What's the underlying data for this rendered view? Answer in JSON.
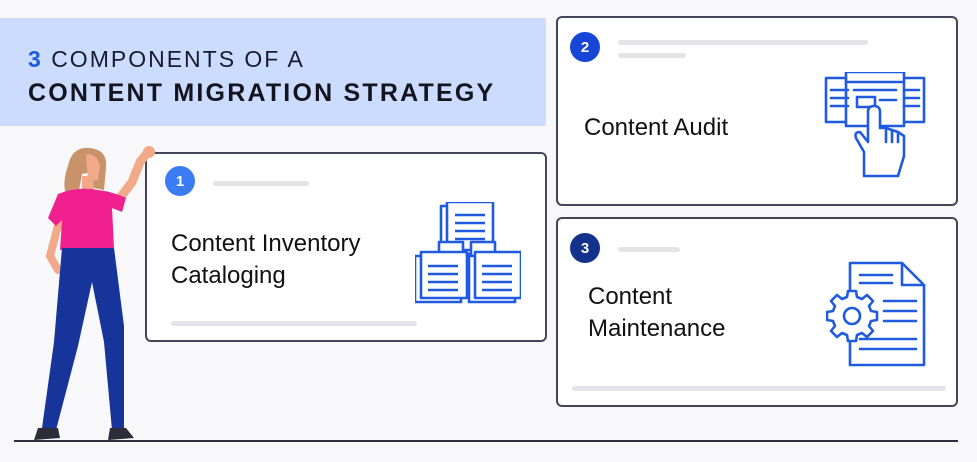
{
  "title": {
    "number": "3",
    "line1_rest": "COMPONENTS OF A",
    "line2": "CONTENT MIGRATION STRATEGY"
  },
  "cards": [
    {
      "number": "1",
      "label_lines": [
        "Content Inventory",
        "Cataloging"
      ],
      "icon": "documents-stack-icon"
    },
    {
      "number": "2",
      "label_lines": [
        "Content Audit"
      ],
      "icon": "hand-pointing-browser-icon"
    },
    {
      "number": "3",
      "label_lines": [
        "Content",
        "Maintenance"
      ],
      "icon": "document-gear-icon"
    }
  ],
  "colors": {
    "title_background": "#ccdcff",
    "accent_blue": "#1f5ae0",
    "badge_1": "#3b7cf5",
    "badge_2": "#1746d6",
    "badge_3": "#12328c",
    "icon_blue": "#1f5ae0",
    "card_border": "#45455a"
  }
}
